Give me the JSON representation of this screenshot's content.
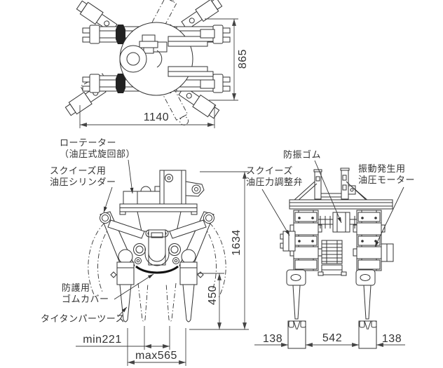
{
  "drawing": {
    "labels": {
      "rotator": "ローテーター\n（油圧式旋回部）",
      "squeeze_cylinder": "スクイーズ用\n油圧シリンダー",
      "anti_vibration_rubber": "防振ゴム",
      "squeeze_pressure_valve": "スクイーズ\n油圧力調整弁",
      "vibration_motor": "振動発生用\n油圧モーター",
      "protective_rubber_cover": "防護用\nゴムカバー",
      "tamper_tooth": "タイタンパーツース"
    },
    "dimensions": {
      "top_view_width": "1140",
      "top_view_depth": "865",
      "overall_height": "1634",
      "tooth_length": "450",
      "min_opening": "min221",
      "max_opening": "max565",
      "side_left_foot": "138",
      "side_center_span": "542",
      "side_right_foot": "138"
    },
    "colors": {
      "line": "#333333",
      "dimension_line": "#444444",
      "background": "#ffffff"
    }
  }
}
